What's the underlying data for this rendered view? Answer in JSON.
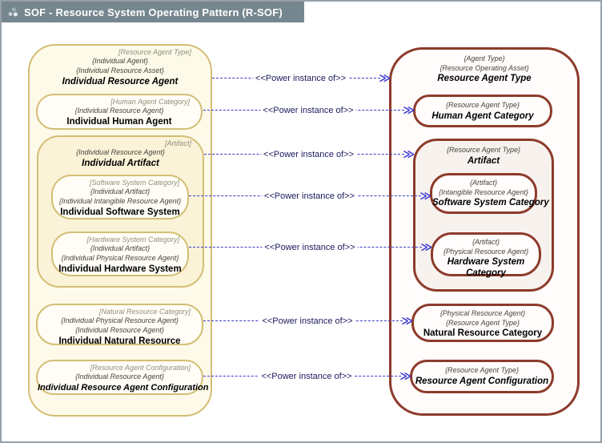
{
  "window": {
    "title": "SOF - Resource System Operating Pattern (R-SOF)",
    "title_icon": "diagram-nodes-icon"
  },
  "colors": {
    "title_bar_bg": "#75868f",
    "left_border": "#d3be74",
    "left_fill": "#fdfae9",
    "left_group_fill": "#faf3d8",
    "right_border": "#8d3b2b",
    "right_group_fill": "#f8f2ef",
    "connector_blue": "#3c3cd2"
  },
  "icons": {
    "arrowhead": "≫"
  },
  "nodes": {
    "left_outer": {
      "bracket": "[Resource Agent Type]",
      "stereotypes": [
        "{Individual Agent}",
        "{Individual Resource Asset}"
      ],
      "name": "Individual Resource Agent"
    },
    "left_human": {
      "bracket": "[Human Agent Category]",
      "stereotypes": [
        "{Individual Resource Agent}"
      ],
      "name": "Individual Human Agent"
    },
    "left_artifact": {
      "bracket": "[Artifact]",
      "stereotypes": [
        "{Individual Resource Agent}"
      ],
      "name": "Individual Artifact"
    },
    "left_software": {
      "bracket": "[Software System Category]",
      "stereotypes": [
        "{Individual Artifact}",
        "{Individual Intangible Resource Agent}"
      ],
      "name": "Individual Software System"
    },
    "left_hardware": {
      "bracket": "[Hardware System Category]",
      "stereotypes": [
        "{Individual Artifact}",
        "{Individual Physical Resource Agent}"
      ],
      "name": "Individual Hardware System"
    },
    "left_natural": {
      "bracket": "[Natural Resource Category]",
      "stereotypes": [
        "{Individual Physical Resource Agent}",
        "{Individual Resource Agent}"
      ],
      "name": "Individual Natural Resource"
    },
    "left_config": {
      "bracket": "[Resource Agent Configuration]",
      "stereotypes": [
        "{Individual Resource Agent}"
      ],
      "name": "Individual Resource Agent Configuration"
    },
    "right_outer": {
      "stereotypes": [
        "{Agent Type}",
        "{Resource Operating Asset}"
      ],
      "name": "Resource Agent Type"
    },
    "right_human": {
      "stereotypes": [
        "{Resource Agent Type}"
      ],
      "name": "Human Agent Category"
    },
    "right_artifact": {
      "stereotypes": [
        "{Resource Agent Type}"
      ],
      "name": "Artifact"
    },
    "right_software": {
      "stereotypes": [
        "{Artifact}",
        "{Intangible Resource Agent}"
      ],
      "name": "Software System Category"
    },
    "right_hardware": {
      "stereotypes": [
        "{Artifact}",
        "{Physical Resource Agent}"
      ],
      "name": "Hardware System Category"
    },
    "right_natural": {
      "stereotypes": [
        "{Physical Resource Agent}",
        "{Resource Agent Type}"
      ],
      "name": "Natural Resource Category"
    },
    "right_config": {
      "stereotypes": [
        "{Resource Agent Type}"
      ],
      "name": "Resource Agent Configuration"
    }
  },
  "connections": [
    {
      "from": "individual-resource-agent",
      "to": "resource-agent-type",
      "label": "<<Power instance of>>"
    },
    {
      "from": "individual-human-agent",
      "to": "human-agent-category",
      "label": "<<Power instance of>>"
    },
    {
      "from": "individual-artifact",
      "to": "artifact",
      "label": "<<Power instance of>>"
    },
    {
      "from": "individual-software-system",
      "to": "software-system-category",
      "label": "<<Power instance of>>"
    },
    {
      "from": "individual-hardware-system",
      "to": "hardware-system-category",
      "label": "<<Power instance of>>"
    },
    {
      "from": "individual-natural-resource",
      "to": "natural-resource-category",
      "label": "<<Power instance of>>"
    },
    {
      "from": "individual-resource-agent-configuration",
      "to": "resource-agent-configuration",
      "label": "<<Power instance of>>"
    }
  ]
}
